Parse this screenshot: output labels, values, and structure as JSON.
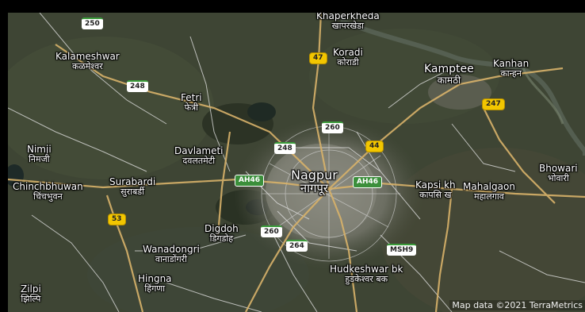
{
  "places": [
    {
      "id": "khaperkheda",
      "en": "Khaperkheda",
      "hi": "खापरखेडा"
    },
    {
      "id": "koradi",
      "en": "Koradi",
      "hi": "कोराडी"
    },
    {
      "id": "kalameshwar",
      "en": "Kalameshwar",
      "hi": "कळमेश्वर"
    },
    {
      "id": "kamptee",
      "en": "Kamptee",
      "hi": "कामठी"
    },
    {
      "id": "kanhan",
      "en": "Kanhan",
      "hi": "कान्हन"
    },
    {
      "id": "fetri",
      "en": "Fetri",
      "hi": "फेत्री"
    },
    {
      "id": "davlameti",
      "en": "Davlameti",
      "hi": "दवलतमेटी"
    },
    {
      "id": "nimji",
      "en": "Nimji",
      "hi": "निमजी"
    },
    {
      "id": "chinchbhuwan",
      "en": "Chinchbhuwan",
      "hi": "चिंचभुवन"
    },
    {
      "id": "surabardi",
      "en": "Surabardi",
      "hi": "सुराबर्डी"
    },
    {
      "id": "nagpur",
      "en": "Nagpur",
      "hi": "नागपूर"
    },
    {
      "id": "kapsikh",
      "en": "Kapsi kh",
      "hi": "कापसि ख"
    },
    {
      "id": "mahalgaon",
      "en": "Mahalgaon",
      "hi": "महालगाव"
    },
    {
      "id": "bhowari",
      "en": "Bhowari",
      "hi": "भोवारी"
    },
    {
      "id": "digdoh",
      "en": "Digdoh",
      "hi": "डिगडोह"
    },
    {
      "id": "wanadongri",
      "en": "Wanadongri",
      "hi": "वानाडोंगरी"
    },
    {
      "id": "hingna",
      "en": "Hingna",
      "hi": "हिंगणा"
    },
    {
      "id": "hudkeshwar",
      "en": "Hudkeshwar bk",
      "hi": "हुडकेश्वर बक"
    },
    {
      "id": "zilpi",
      "en": "Zilpi",
      "hi": "झिल्पि"
    }
  ],
  "shields": [
    {
      "id": "r250",
      "label": "250",
      "style": "white"
    },
    {
      "id": "r248a",
      "label": "248",
      "style": "white"
    },
    {
      "id": "r248b",
      "label": "248",
      "style": "white"
    },
    {
      "id": "r260a",
      "label": "260",
      "style": "white"
    },
    {
      "id": "r260b",
      "label": "260",
      "style": "white"
    },
    {
      "id": "r264",
      "label": "264",
      "style": "white"
    },
    {
      "id": "msh9",
      "label": "MSH9",
      "style": "white"
    },
    {
      "id": "nh47",
      "label": "47",
      "style": "yellow"
    },
    {
      "id": "nh44",
      "label": "44",
      "style": "yellow"
    },
    {
      "id": "nh247",
      "label": "247",
      "style": "yellow"
    },
    {
      "id": "nh53",
      "label": "53",
      "style": "yellow"
    },
    {
      "id": "ah46a",
      "label": "AH46",
      "style": "green"
    },
    {
      "id": "ah46b",
      "label": "AH46",
      "style": "green"
    }
  ],
  "attribution": "Map data ©2021 TerraMetrics",
  "colors": {
    "land": "#3c4232",
    "urban": "#7d7d72",
    "water": "#1f2a24",
    "road_major": "#d9b36a",
    "road_minor": "#e8e8e8"
  }
}
